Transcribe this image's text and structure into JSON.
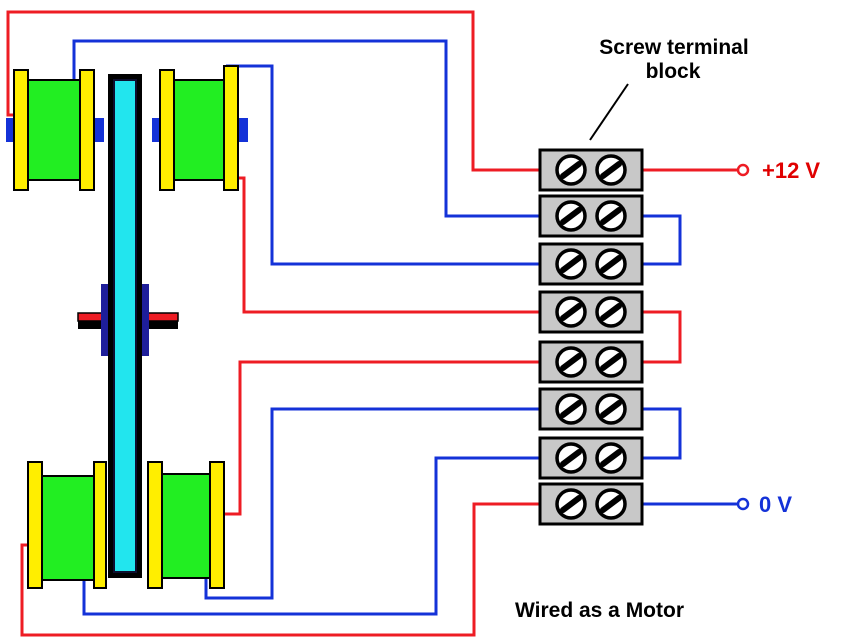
{
  "labels": {
    "terminal_block_line1": "Screw terminal",
    "terminal_block_line2": "block",
    "plus_supply": "+12 V",
    "zero_supply": "0 V",
    "caption": "Wired as a Motor"
  },
  "colors": {
    "positive_wire": "#ee1c24",
    "negative_wire": "#1432d8",
    "coil_winding": "#22ee22",
    "coil_flange": "#ffee00",
    "belt": "#22e5ee",
    "terminal_body": "#c8c8c8",
    "plus_label": "#e00000",
    "zero_label": "#1432d8"
  }
}
